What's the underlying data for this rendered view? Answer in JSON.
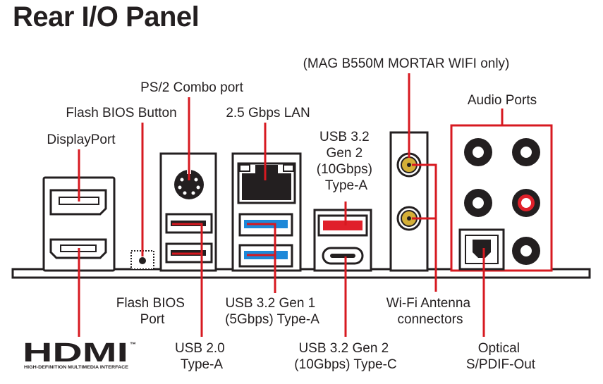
{
  "title": "Rear I/O Panel",
  "labels": {
    "wifi_only_note": "(MAG B550M MORTAR WIFI only)",
    "audio_ports": "Audio Ports",
    "ps2_combo_port": "PS/2 Combo port",
    "flash_bios_button": "Flash BIOS Button",
    "lan": "2.5 Gbps LAN",
    "displayport": "DisplayPort",
    "usb32_gen2_typea": [
      "USB 3.2",
      "Gen 2",
      "(10Gbps)",
      "Type-A"
    ],
    "flash_bios_port": [
      "Flash BIOS",
      "Port"
    ],
    "usb32_gen1_typea": [
      "USB 3.2 Gen 1",
      "(5Gbps) Type-A"
    ],
    "wifi_antenna": [
      "Wi-Fi Antenna",
      "connectors"
    ],
    "usb20_typea": [
      "USB 2.0",
      "Type-A"
    ],
    "usb32_gen2_typec": [
      "USB 3.2 Gen 2",
      "(10Gbps) Type-C"
    ],
    "optical_spdif": [
      "Optical",
      "S/PDIF-Out"
    ]
  },
  "hdmi_logo": {
    "wordmark": "HDMI",
    "tagline": "HIGH-DEFINITION MULTIMEDIA INTERFACE",
    "trademark": "™"
  },
  "colors": {
    "leader": "#d71920",
    "outline": "#231f20",
    "usb3_blue": "#1e88d8",
    "usb32_gen2_red": "#e0202a",
    "antenna_gold": "#d4af37",
    "highlight_red": "#e0202a"
  }
}
